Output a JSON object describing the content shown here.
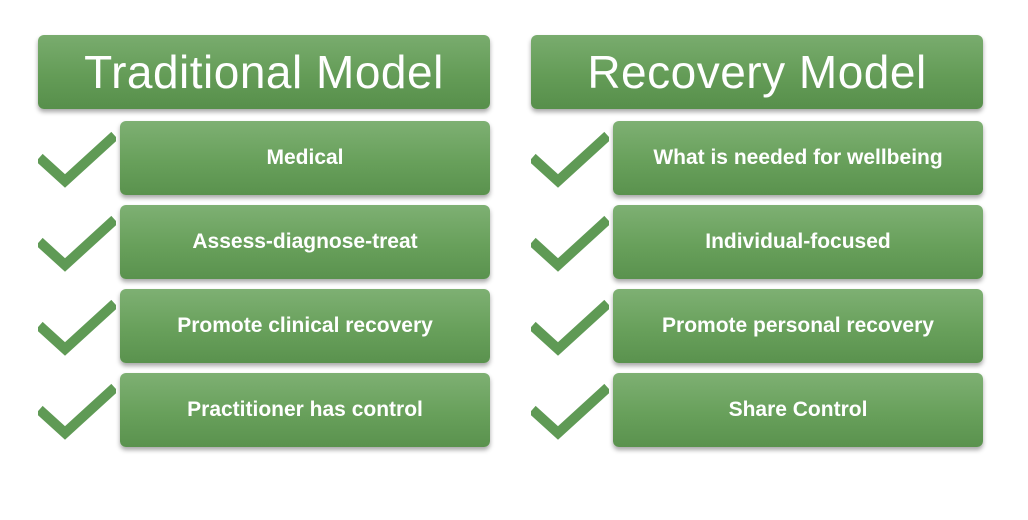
{
  "colors": {
    "box_green": "#68a05b",
    "check_green": "#5f9a55",
    "text": "#ffffff"
  },
  "left": {
    "title": "Traditional Model",
    "items": [
      {
        "label": "Medical",
        "icon": "checkmark-icon"
      },
      {
        "label": "Assess-diagnose-treat",
        "icon": "checkmark-icon"
      },
      {
        "label": "Promote clinical recovery",
        "icon": "checkmark-icon"
      },
      {
        "label": "Practitioner has control",
        "icon": "checkmark-icon"
      }
    ]
  },
  "right": {
    "title": "Recovery Model",
    "items": [
      {
        "label": "What is needed for wellbeing",
        "icon": "checkmark-icon"
      },
      {
        "label": "Individual-focused",
        "icon": "checkmark-icon"
      },
      {
        "label": "Promote personal recovery",
        "icon": "checkmark-icon"
      },
      {
        "label": "Share Control",
        "icon": "checkmark-icon"
      }
    ]
  }
}
